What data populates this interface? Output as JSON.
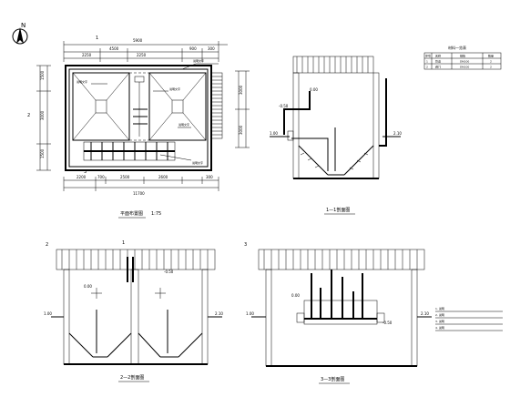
{
  "north": {
    "label": "N"
  },
  "plan": {
    "caption": "平面布置图",
    "scale": "1:75",
    "top_overall": "5900",
    "top_row1": [
      "4500",
      "900",
      "300"
    ],
    "top_row2": [
      "2250",
      "2250"
    ],
    "bottom_row1": [
      "2200",
      "700",
      "2500",
      "2600",
      "300"
    ],
    "bottom_row2": [
      "11700"
    ],
    "left_dims": [
      "1500",
      "3000",
      "1500"
    ],
    "right_dims": [
      "3000",
      "3000"
    ],
    "section_marks": [
      "1",
      "1",
      "2",
      "2",
      "3",
      "3"
    ],
    "notes": [
      "说明文字",
      "说明文字",
      "说明文字",
      "说明文字",
      "说明文字"
    ]
  },
  "section11": {
    "caption": "1—1剖面图",
    "labels": [
      "1.00",
      "2.10",
      "0.00",
      "-0.50"
    ]
  },
  "section22": {
    "caption": "2—2剖面图",
    "labels": [
      "1.00",
      "2.10",
      "0.00",
      "-0.50"
    ]
  },
  "section33": {
    "caption": "3—3剖面图",
    "labels": [
      "1.00",
      "2.10",
      "0.00",
      "-0.50"
    ]
  },
  "legend": {
    "title": "材料一览表",
    "headers": [
      "序号",
      "名称",
      "规格",
      "数量"
    ],
    "rows": [
      [
        "1",
        "管道",
        "DN100",
        "2"
      ],
      [
        "2",
        "阀门",
        "DN100",
        "2"
      ]
    ]
  },
  "notes_block": {
    "lines": [
      "1. 说明",
      "2. 说明",
      "3. 说明",
      "4. 说明"
    ]
  }
}
